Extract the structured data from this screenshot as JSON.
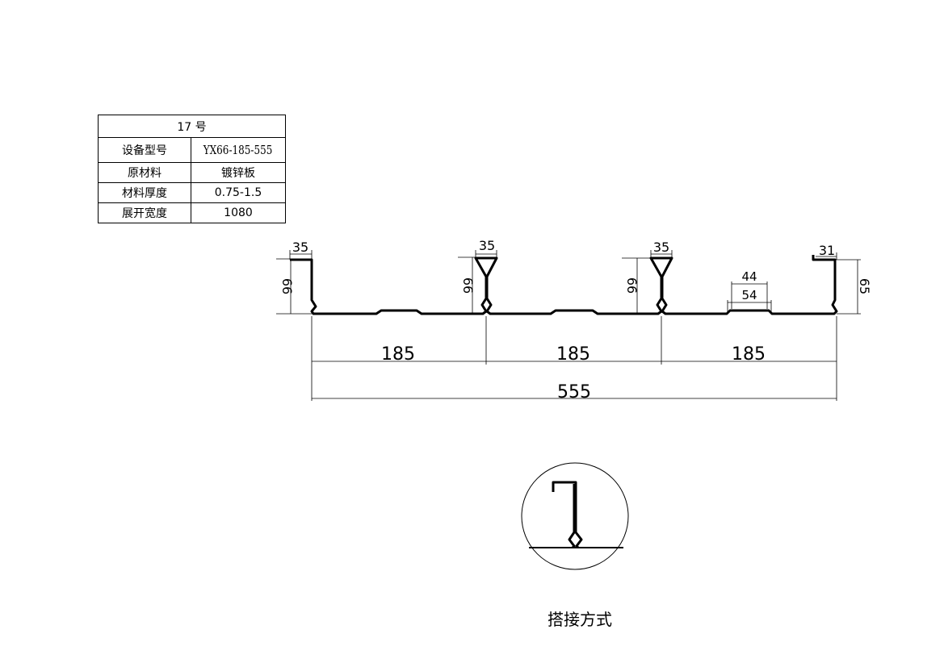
{
  "spec_table": {
    "title": "17   号",
    "rows": [
      {
        "key": "设备型号",
        "value": "YX66-185-555"
      },
      {
        "key": "原材料",
        "value": "镀锌板"
      },
      {
        "key": "材料厚度",
        "value": "0.75-1.5"
      },
      {
        "key": "展开宽度",
        "value": "1080"
      }
    ]
  },
  "dimensions": {
    "lip_left": "35",
    "rib1_top": "35",
    "rib2_top": "35",
    "lip_right": "31",
    "height_left": "66",
    "height_rib1": "66",
    "height_rib2": "66",
    "height_right": "65",
    "stiffener_top": "44",
    "stiffener_bottom": "54",
    "span_1": "185",
    "span_2": "185",
    "span_3": "185",
    "total_width": "555"
  },
  "detail_caption": "搭接方式"
}
